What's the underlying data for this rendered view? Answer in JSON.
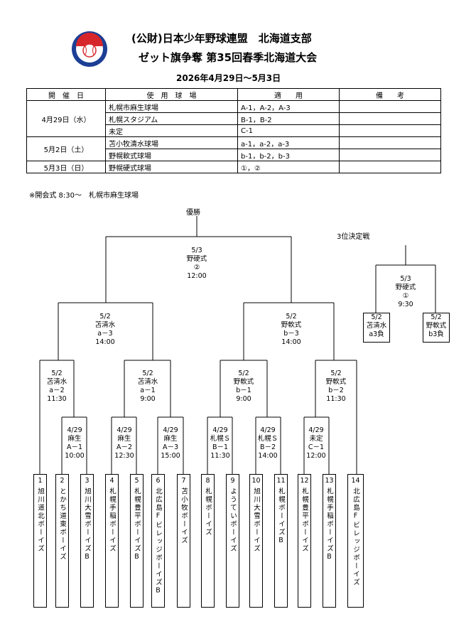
{
  "header": {
    "org": "(公財)日本少年野球連盟　北海道支部",
    "event": "ゼット旗争奪 第35回春季北海道大会",
    "dates": "2026年4月29日～5月3日"
  },
  "schedule": {
    "headers": [
      "開　催　日",
      "使　用　球　場",
      "適　　用",
      "備　　考"
    ],
    "rows": [
      {
        "date": "4月29日（水）",
        "venue": "札幌市麻生球場",
        "apply": "A-1，A-2，A-3",
        "note": ""
      },
      {
        "date": "",
        "venue": "札幌スタジアム",
        "apply": "B-1，B-2",
        "note": ""
      },
      {
        "date": "",
        "venue": "未定",
        "apply": "C-1",
        "note": ""
      },
      {
        "date": "5月2日（土）",
        "venue": "苫小牧清水球場",
        "apply": "a-1，a-2，a-3",
        "note": ""
      },
      {
        "date": "",
        "venue": "野幌軟式球場",
        "apply": "b-1，b-2，b-3",
        "note": ""
      },
      {
        "date": "5月3日（日）",
        "venue": "野幌硬式球場",
        "apply": "①，②",
        "note": ""
      }
    ]
  },
  "note": "※開会式 8:30～　札幌市麻生球場",
  "bracket": {
    "champion_label": "優勝",
    "third_label": "3位決定戦",
    "final": [
      "5/3",
      "野硬式",
      "②",
      "12:00"
    ],
    "semi_left": [
      "5/2",
      "苫清水",
      "a－3",
      "14:00"
    ],
    "semi_right": [
      "5/2",
      "野軟式",
      "b－3",
      "14:00"
    ],
    "qf1": [
      "5/2",
      "苫清水",
      "a－2",
      "11:30"
    ],
    "qf2": [
      "5/2",
      "苫清水",
      "a－1",
      "9:00"
    ],
    "qf3": [
      "5/2",
      "野軟式",
      "b－1",
      "9:00"
    ],
    "qf4": [
      "5/2",
      "野軟式",
      "b－2",
      "11:30"
    ],
    "r1_1": [
      "4/29",
      "麻生",
      "A－1",
      "10:00"
    ],
    "r1_2": [
      "4/29",
      "麻生",
      "A－2",
      "12:30"
    ],
    "r1_3": [
      "4/29",
      "麻生",
      "A－3",
      "15:00"
    ],
    "r1_4": [
      "4/29",
      "札幌Ｓ",
      "B－1",
      "11:30"
    ],
    "r1_5": [
      "4/29",
      "札幌Ｓ",
      "B－2",
      "14:00"
    ],
    "r1_6": [
      "4/29",
      "未定",
      "C－1",
      "12:00"
    ],
    "third_match": [
      "5/3",
      "野硬式",
      "①",
      "9:30"
    ],
    "third_left": [
      "5/2",
      "苫清水",
      "a3負"
    ],
    "third_right": [
      "5/2",
      "野軟式",
      "b3負"
    ]
  },
  "teams": [
    {
      "num": "1",
      "name": "旭川道北ボーイズ"
    },
    {
      "num": "2",
      "name": "とかち道東ボーイズ"
    },
    {
      "num": "3",
      "name": "旭川大雪ボーイズB"
    },
    {
      "num": "4",
      "name": "札幌手稲ボーイズ"
    },
    {
      "num": "5",
      "name": "札幌豊平ボーイズB"
    },
    {
      "num": "6",
      "name": "北広島FビレッジボーイズB"
    },
    {
      "num": "7",
      "name": "苫小牧ボーイズ"
    },
    {
      "num": "8",
      "name": "札幌ボーイズ"
    },
    {
      "num": "9",
      "name": "ようていボーイズ"
    },
    {
      "num": "10",
      "name": "旭川大雪ボーイズ"
    },
    {
      "num": "11",
      "name": "札幌ボーイズB"
    },
    {
      "num": "12",
      "name": "札幌豊平ボーイズ"
    },
    {
      "num": "13",
      "name": "札幌手稲ボーイズB"
    },
    {
      "num": "14",
      "name": "北広島Fビレッジボーイズ"
    }
  ],
  "colors": {
    "logo_red": "#d7262b",
    "logo_blue": "#1c3f95"
  }
}
